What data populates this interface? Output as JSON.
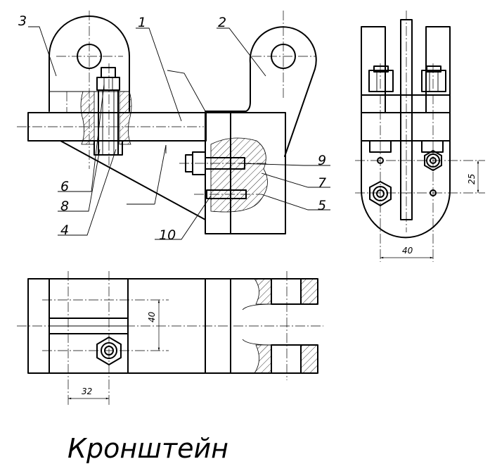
{
  "title": "Кронштейн",
  "part_labels": [
    "1",
    "2",
    "3",
    "4",
    "5",
    "6",
    "7",
    "8",
    "9",
    "10"
  ],
  "dimensions": {
    "side_height": "25",
    "side_width": "40",
    "plan_height": "40",
    "plan_offset": "32"
  }
}
